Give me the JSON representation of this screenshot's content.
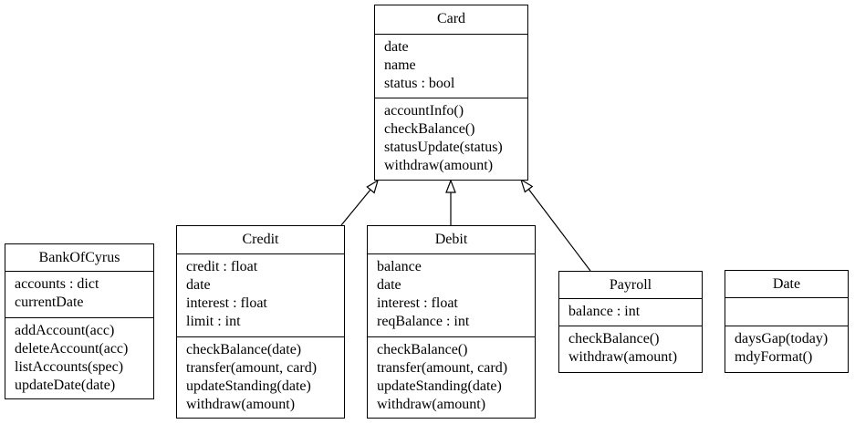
{
  "classes": [
    {
      "id": "card",
      "name": "Card",
      "attributes": [
        "date",
        "name",
        "status : bool"
      ],
      "methods": [
        "accountInfo()",
        "checkBalance()",
        "statusUpdate(status)",
        "withdraw(amount)"
      ]
    },
    {
      "id": "bankofcyrus",
      "name": "BankOfCyrus",
      "attributes": [
        "accounts : dict",
        "currentDate"
      ],
      "methods": [
        "addAccount(acc)",
        "deleteAccount(acc)",
        "listAccounts(spec)",
        "updateDate(date)"
      ]
    },
    {
      "id": "credit",
      "name": "Credit",
      "attributes": [
        "credit : float",
        "date",
        "interest : float",
        "limit : int"
      ],
      "methods": [
        "checkBalance(date)",
        "transfer(amount, card)",
        "updateStanding(date)",
        "withdraw(amount)"
      ]
    },
    {
      "id": "debit",
      "name": "Debit",
      "attributes": [
        "balance",
        "date",
        "interest : float",
        "reqBalance : int"
      ],
      "methods": [
        "checkBalance()",
        "transfer(amount, card)",
        "updateStanding(date)",
        "withdraw(amount)"
      ]
    },
    {
      "id": "payroll",
      "name": "Payroll",
      "attributes": [
        "balance : int"
      ],
      "methods": [
        "checkBalance()",
        "withdraw(amount)"
      ]
    },
    {
      "id": "date",
      "name": "Date",
      "attributes": [],
      "methods": [
        "daysGap(today)",
        "mdyFormat()"
      ]
    }
  ],
  "relations": [
    {
      "type": "inheritance",
      "from": "credit",
      "to": "card"
    },
    {
      "type": "inheritance",
      "from": "debit",
      "to": "card"
    },
    {
      "type": "inheritance",
      "from": "payroll",
      "to": "card"
    }
  ]
}
